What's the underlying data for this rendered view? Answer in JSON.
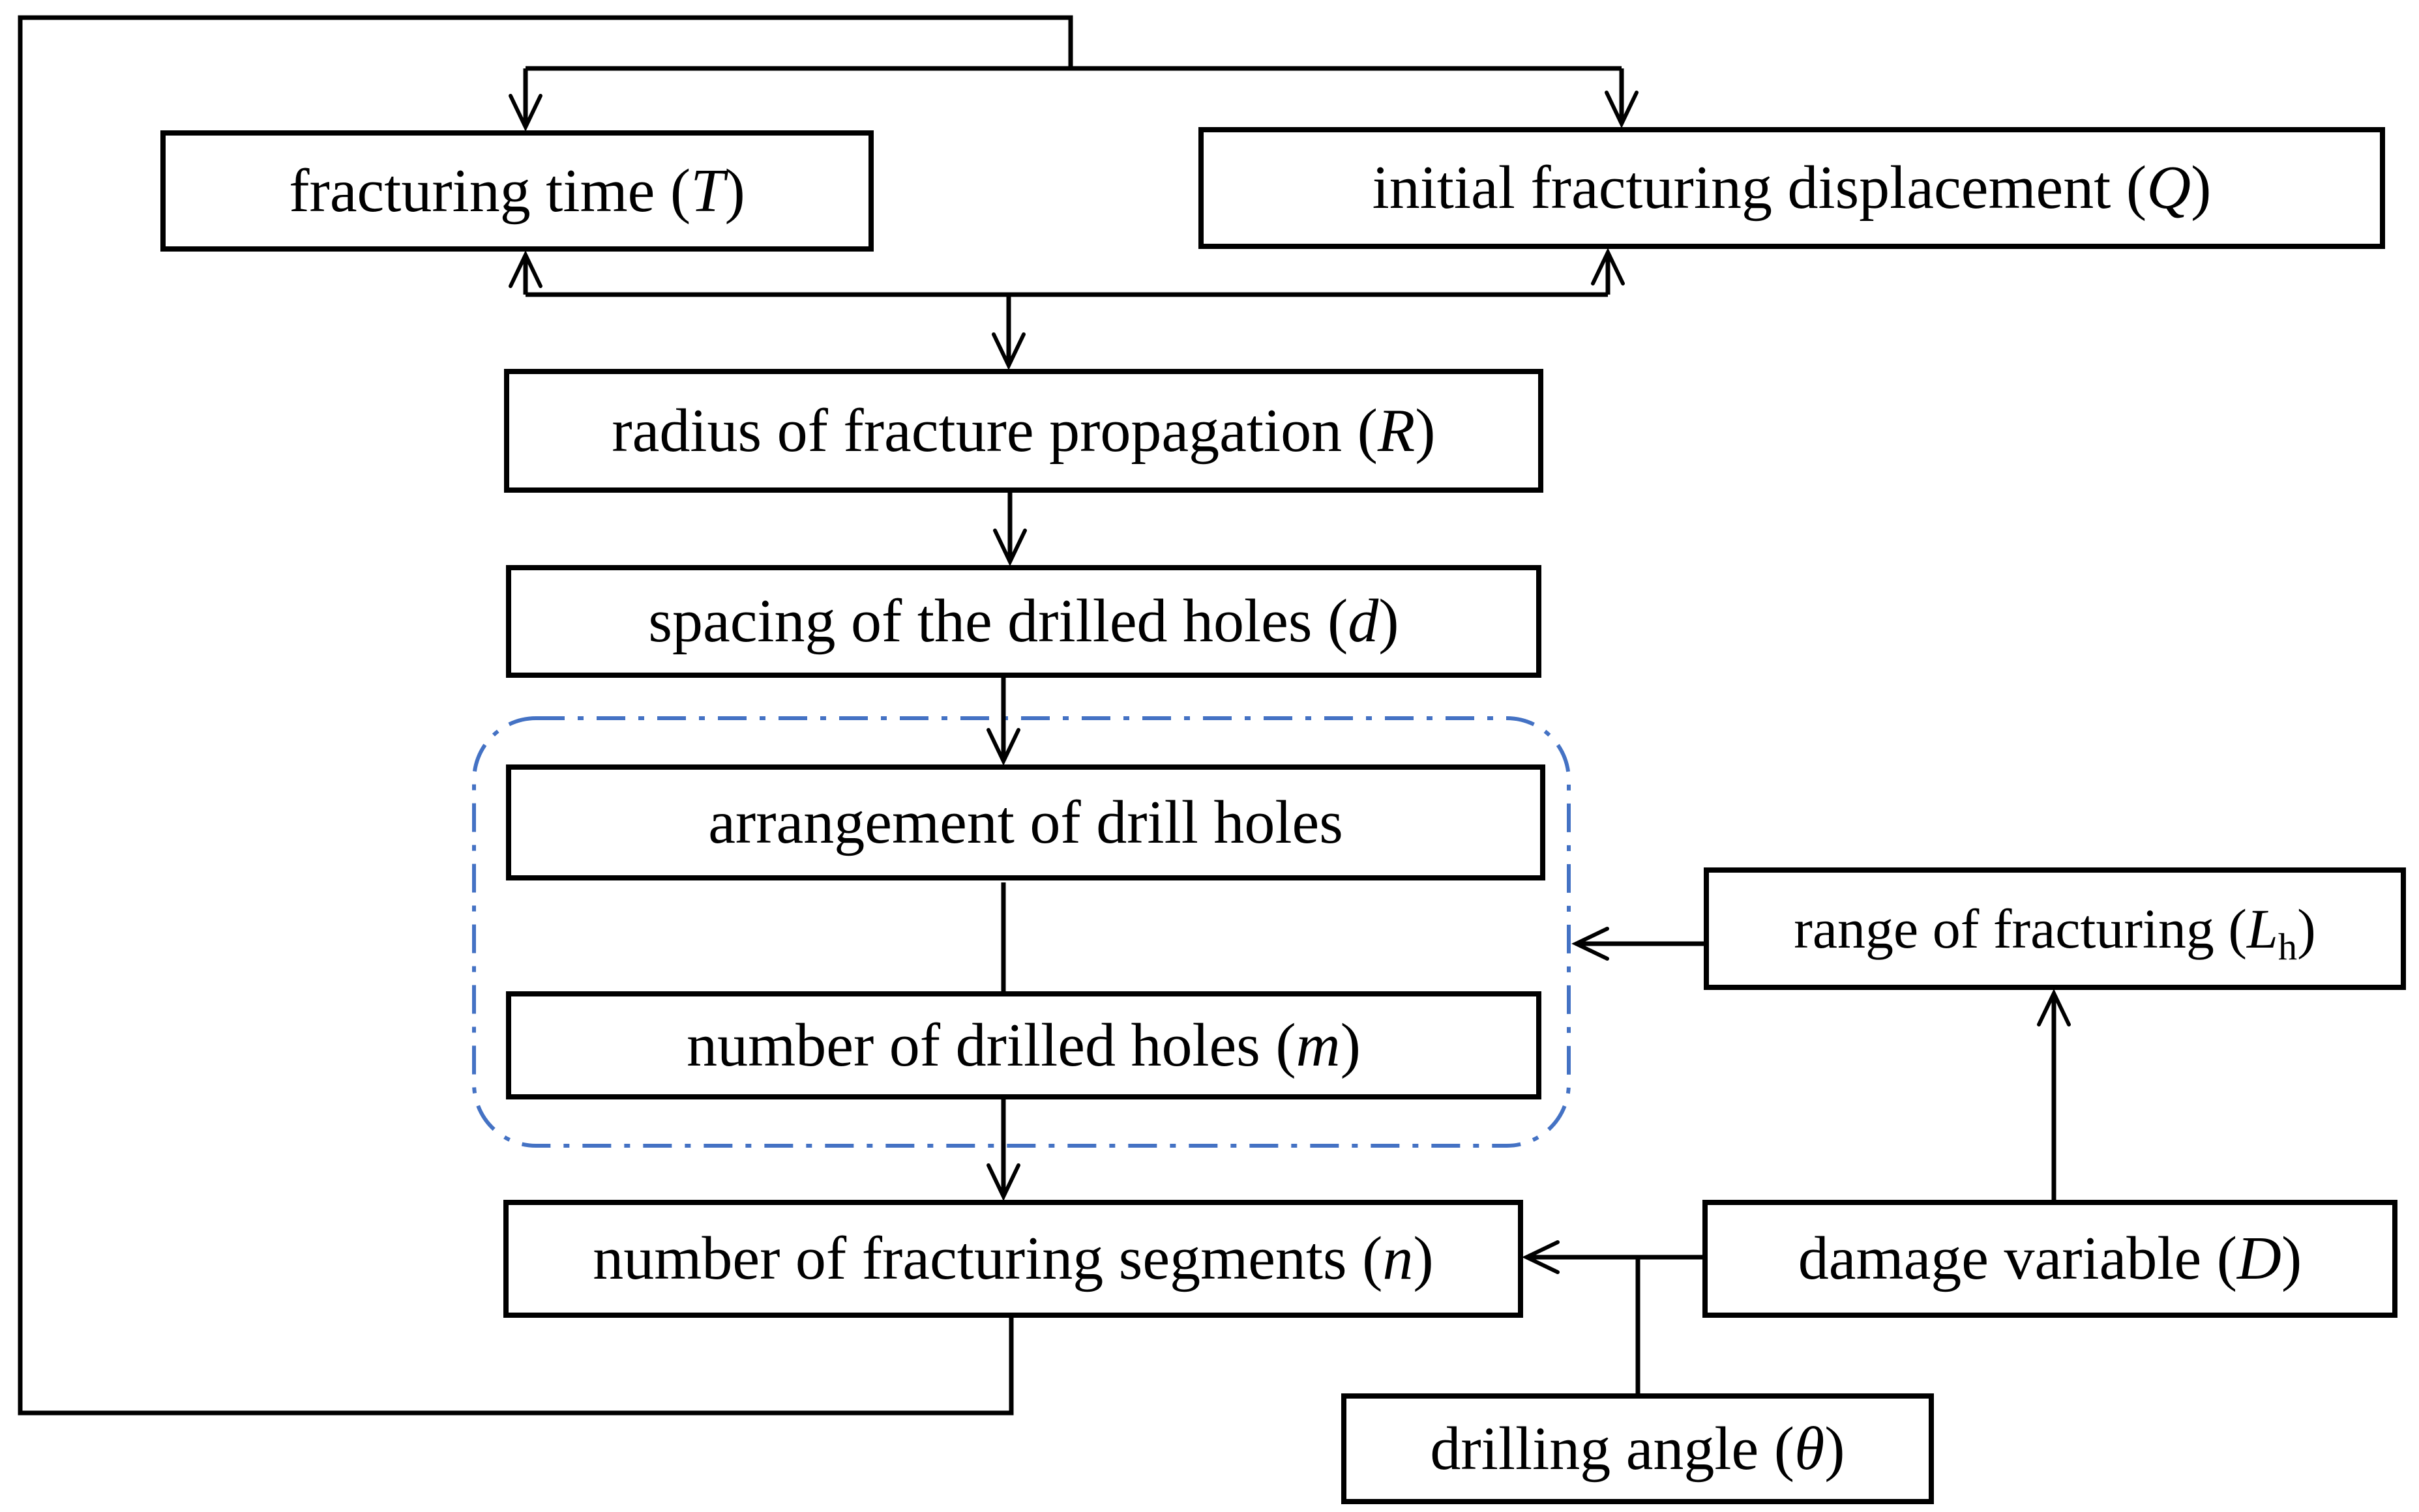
{
  "diagram": {
    "type": "flowchart",
    "background": "#ffffff"
  },
  "colors": {
    "line": "#000000",
    "box_border": "#000000",
    "text": "#000000",
    "dashed_group": "#4472C4"
  },
  "nodes": {
    "fracturing_time": {
      "pre": "fracturing time (",
      "sym": "T",
      "sub": "",
      "post": ")"
    },
    "initial_displacement": {
      "pre": "initial fracturing displacement (",
      "sym": "Q",
      "sub": "",
      "post": ")"
    },
    "radius_propagation": {
      "pre": "radius of fracture propagation (",
      "sym": "R",
      "sub": "",
      "post": ")"
    },
    "spacing_holes": {
      "pre": "spacing of the drilled holes (",
      "sym": "d",
      "sub": "",
      "post": ")"
    },
    "arrangement_holes": {
      "pre": "arrangement of drill holes",
      "sym": "",
      "sub": "",
      "post": ""
    },
    "number_holes": {
      "pre": "number of drilled holes (",
      "sym": "m",
      "sub": "",
      "post": ")"
    },
    "number_segments": {
      "pre": "number of fracturing segments (",
      "sym": "n",
      "sub": "",
      "post": ")"
    },
    "range_fracturing": {
      "pre": "range of fracturing (",
      "sym": "L",
      "sub": "h",
      "post": ")"
    },
    "damage_variable": {
      "pre": "damage variable (",
      "sym": "D",
      "sub": "",
      "post": ")"
    },
    "drilling_angle": {
      "pre": "drilling angle (",
      "sym": "θ",
      "sub": "",
      "post": ")"
    }
  },
  "edges": [
    {
      "from": "feedback-loop",
      "to": "fracturing_time",
      "arrow": true
    },
    {
      "from": "feedback-loop",
      "to": "initial_displacement",
      "arrow": true
    },
    {
      "from": "radius_propagation",
      "to": "fracturing_time",
      "arrow": true
    },
    {
      "from": "radius_propagation",
      "to": "initial_displacement",
      "arrow": true
    },
    {
      "from": "connector",
      "to": "radius_propagation",
      "arrow": true
    },
    {
      "from": "radius_propagation",
      "to": "spacing_holes",
      "arrow": true
    },
    {
      "from": "spacing_holes",
      "to": "arrangement_holes",
      "arrow": true
    },
    {
      "from": "arrangement_holes",
      "to": "number_holes",
      "arrow": false
    },
    {
      "from": "number_holes",
      "to": "number_segments",
      "arrow": true
    },
    {
      "from": "range_fracturing",
      "to": "drill-holes-group",
      "arrow": true
    },
    {
      "from": "damage_variable",
      "to": "range_fracturing",
      "arrow": true
    },
    {
      "from": "damage_variable",
      "to": "number_segments",
      "arrow": true
    },
    {
      "from": "drilling_angle",
      "to": "damage_variable-branch",
      "arrow": false
    },
    {
      "from": "number_segments",
      "to": "feedback-loop",
      "arrow": false
    }
  ]
}
